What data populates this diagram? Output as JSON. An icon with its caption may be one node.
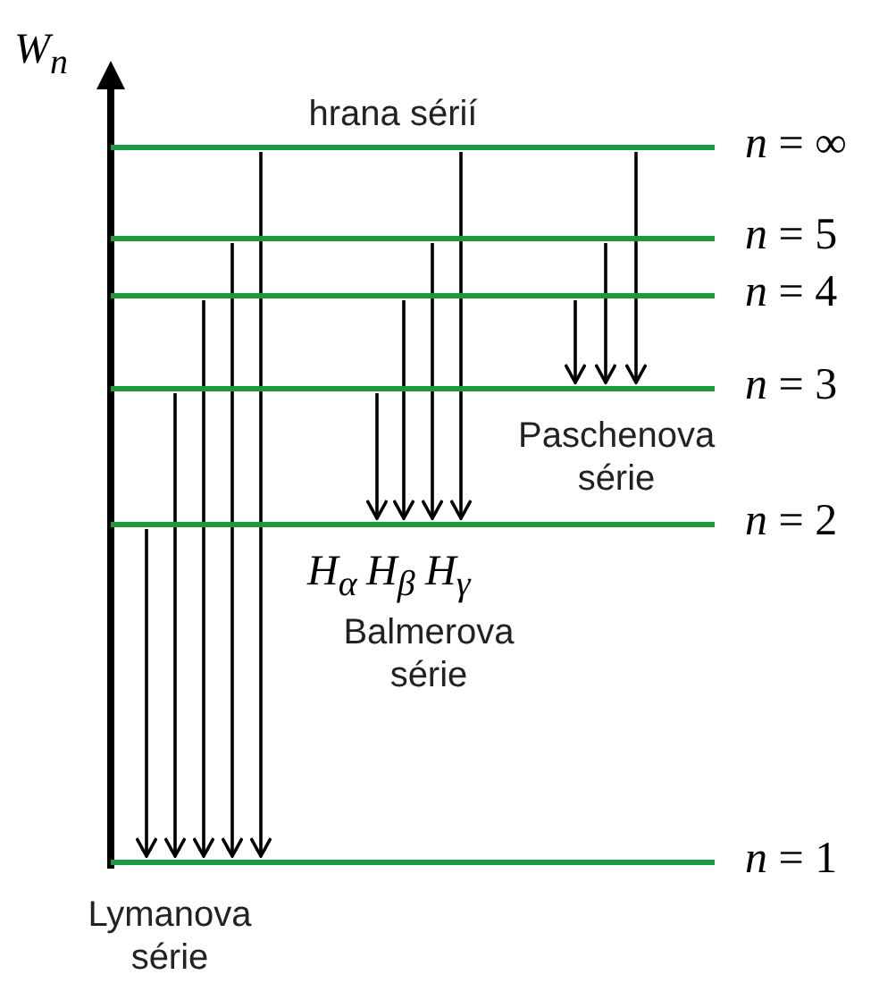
{
  "diagram": {
    "nodes": [
      {
        "text": [],
        "shape": "bar",
        "beside": [
          "*n* = ∞"
        ]
      },
      {
        "text": [],
        "shape": "bar",
        "beside": [
          "*n* = 5"
        ]
      },
      {
        "text": [],
        "shape": "bar",
        "beside": [
          "*n* = 4"
        ]
      },
      {
        "text": [],
        "shape": "bar",
        "beside": [
          "*n* = 3"
        ]
      },
      {
        "text": [],
        "shape": "bar",
        "beside": [
          "*n* = 2"
        ]
      },
      {
        "text": [],
        "shape": "bar",
        "beside": [
          "*n* = 1"
        ]
      }
    ],
    "edges": [
      {
        "from": 4,
        "to": 5,
        "arrow": "to"
      },
      {
        "from": 3,
        "to": 5,
        "arrow": "to"
      },
      {
        "from": 2,
        "to": 5,
        "arrow": "to"
      },
      {
        "from": 1,
        "to": 5,
        "arrow": "to"
      },
      {
        "from": 0,
        "to": 5,
        "arrow": "to"
      },
      {
        "from": 3,
        "to": 4,
        "arrow": "to",
        "label": "H$_{α}$"
      },
      {
        "from": 2,
        "to": 4,
        "arrow": "to",
        "label": "H$_{β}$"
      },
      {
        "from": 1,
        "to": 4,
        "arrow": "to",
        "label": "H$_{γ}$"
      },
      {
        "from": 0,
        "to": 4,
        "arrow": "to"
      },
      {
        "from": 2,
        "to": 3,
        "arrow": "to"
      },
      {
        "from": 1,
        "to": 3,
        "arrow": "to"
      },
      {
        "from": 0,
        "to": 3,
        "arrow": "to"
      }
    ],
    "labels": [
      "W$_{n}$",
      "hrana sérií",
      "Paschenova série",
      "Balmerova série",
      "Lymanova série"
    ]
  }
}
